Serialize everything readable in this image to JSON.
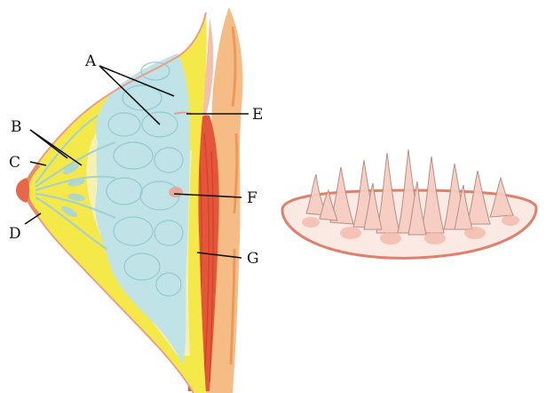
{
  "labels": {
    "a": "A",
    "b": "B",
    "c": "C",
    "d": "D",
    "e": "E",
    "f": "F",
    "g": "G"
  },
  "colors": {
    "fat_yellow": "#f5e94a",
    "glandular_blue": "#bfe3e6",
    "muscle_red": "#e5553a",
    "outer_orange": "#f2a55e",
    "skin_pink": "#f3b5a0",
    "nipple_red": "#e8674a",
    "leader_line": "#111111"
  }
}
